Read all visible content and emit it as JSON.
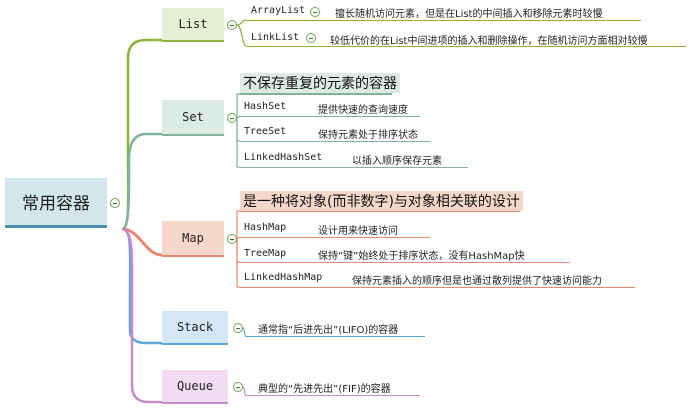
{
  "root": {
    "label": "常用容器"
  },
  "branches": [
    {
      "id": "list",
      "label": "List",
      "color": "#8db33a",
      "fill": "#e6efd4",
      "items": [
        {
          "name": "ArrayList",
          "desc": "擅长随机访问元素，但是在List的中间插入和移除元素时较慢"
        },
        {
          "name": "LinkList",
          "desc": "较低代价的在List中间进项的插入和删除操作，在随机访问方面相对较慢"
        }
      ]
    },
    {
      "id": "set",
      "label": "Set",
      "color": "#7fb39b",
      "fill": "#dcebe3",
      "summary": "不保存重复的元素的容器",
      "summary_fill": "#dcebe3",
      "items": [
        {
          "name": "HashSet",
          "desc": "提供快速的查询速度"
        },
        {
          "name": "TreeSet",
          "desc": "保持元素处于排序状态"
        },
        {
          "name": "LinkedHashSet",
          "desc": "以插入顺序保存元素"
        }
      ]
    },
    {
      "id": "map",
      "label": "Map",
      "color": "#e58a6e",
      "fill": "#f6d8ca",
      "summary": "是一种将对象(而非数字)与对象相关联的设计",
      "summary_fill": "#f6d8ca",
      "items": [
        {
          "name": "HashMap",
          "desc": "设计用来快速访问"
        },
        {
          "name": "TreeMap",
          "desc": "保持“键”始终处于排序状态，没有HashMap快"
        },
        {
          "name": "LinkedHashMap",
          "desc": "保持元素插入的顺序但是也通过散列提供了快速访问能力"
        }
      ]
    },
    {
      "id": "stack",
      "label": "Stack",
      "color": "#5aa9da",
      "fill": "#d3e7f6",
      "desc": "通常指“后进先出”(LIFO)的容器"
    },
    {
      "id": "queue",
      "label": "Queue",
      "color": "#c98ac9",
      "fill": "#f1dcf1",
      "desc": "典型的“先进先出”(FIF)的容器"
    }
  ]
}
